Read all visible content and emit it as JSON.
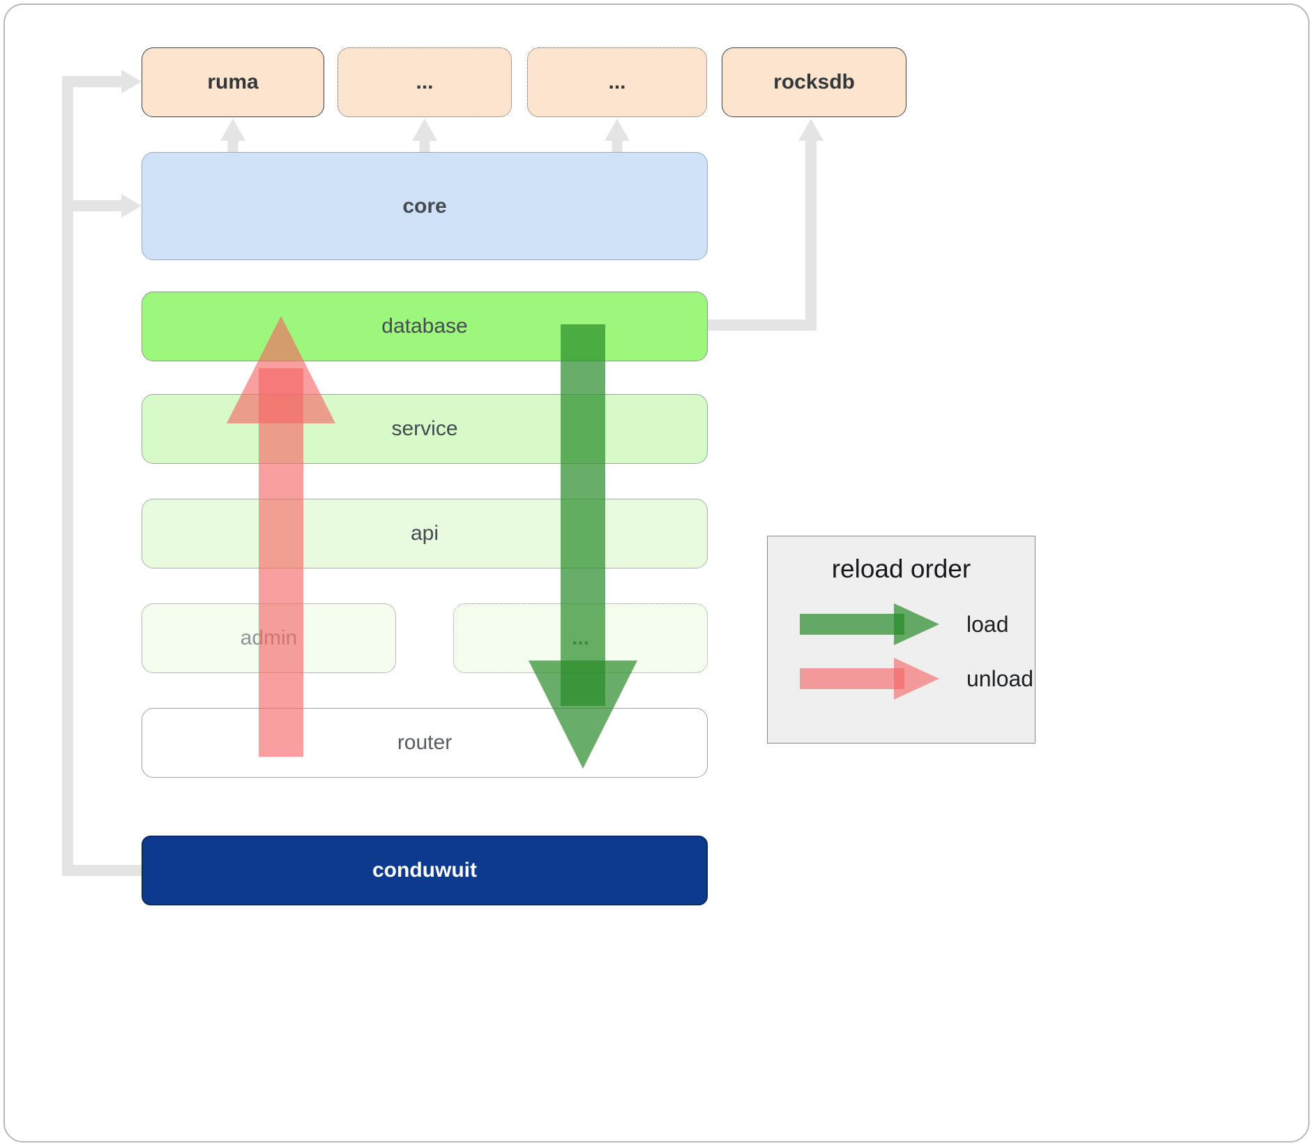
{
  "nodes": {
    "ruma": {
      "label": "ruma"
    },
    "ellipsis1": {
      "label": "..."
    },
    "ellipsis2": {
      "label": "..."
    },
    "rocksdb": {
      "label": "rocksdb"
    },
    "core": {
      "label": "core"
    },
    "database": {
      "label": "database"
    },
    "service": {
      "label": "service"
    },
    "api": {
      "label": "api"
    },
    "admin": {
      "label": "admin"
    },
    "ellipsis3": {
      "label": "..."
    },
    "router": {
      "label": "router"
    },
    "conduwuit": {
      "label": "conduwuit"
    }
  },
  "legend": {
    "title": "reload order",
    "items": [
      {
        "label": "load",
        "color": "rgba(40,139,40,0.70)"
      },
      {
        "label": "unload",
        "color": "rgba(245,100,100,0.62)"
      }
    ]
  },
  "arrows": {
    "load": {
      "fill": "rgba(40,139,40,0.70)"
    },
    "unload": {
      "fill": "rgba(245,100,100,0.62)"
    },
    "connector": {
      "stroke": "#e4e4e4",
      "fill": "#e4e4e4"
    }
  },
  "colors": {
    "peach": "#fce4cf",
    "core_blue": "#cfe2f7",
    "database_green": "#9ef77d",
    "service_green": "#d7fac9",
    "api_green": "#e9fbdf",
    "admin_green": "#f4fdee",
    "conduwuit_navy": "#0d3a8d"
  }
}
